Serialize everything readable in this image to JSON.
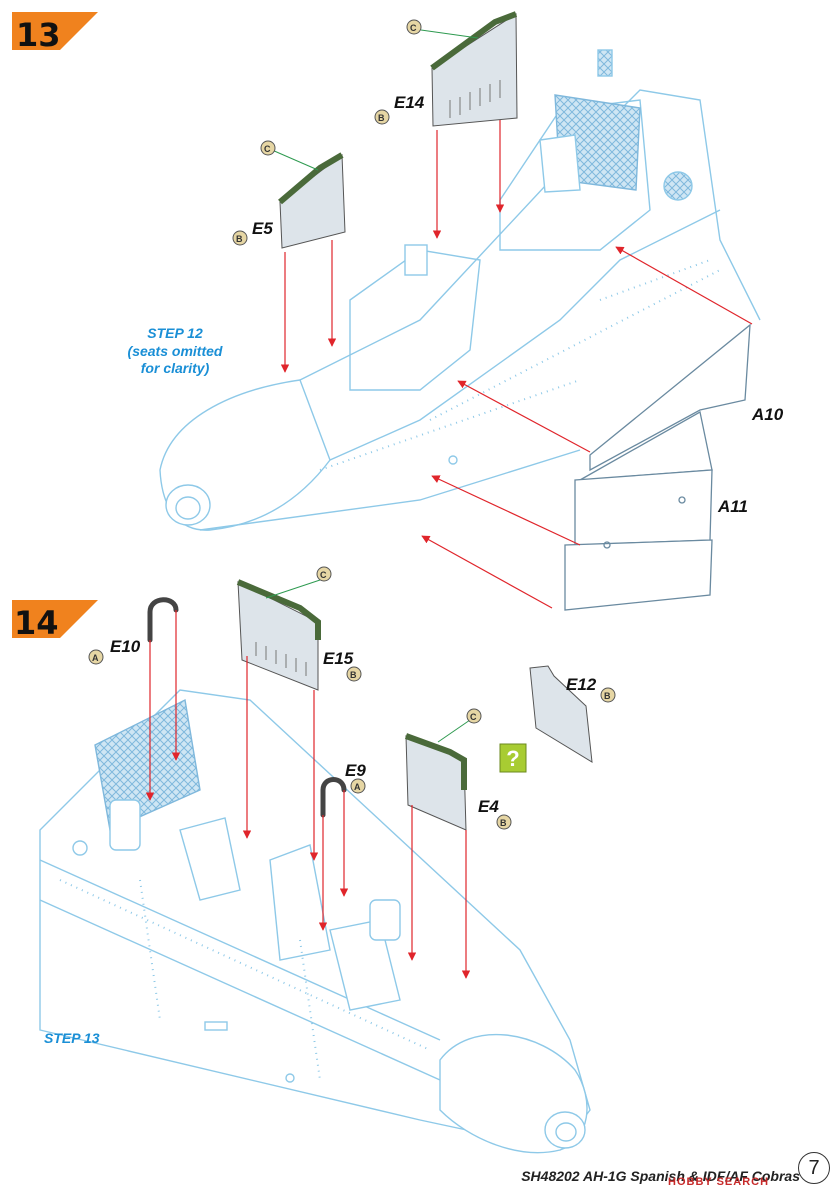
{
  "steps": [
    {
      "number": "13",
      "note_lines": [
        "STEP 12",
        "(seats omitted",
        "for clarity)"
      ]
    },
    {
      "number": "14",
      "note_lines": [
        "STEP 13"
      ]
    }
  ],
  "parts": {
    "E14": "E14",
    "E5": "E5",
    "A10": "A10",
    "A11": "A11",
    "E10": "E10",
    "E15": "E15",
    "E12": "E12",
    "E9": "E9",
    "E4": "E4"
  },
  "color_markers": {
    "A": "A",
    "B": "B",
    "C": "C"
  },
  "question_mark": "?",
  "footer": {
    "text": "SH48202 AH-1G Spanish & IDF/AF Cobras",
    "page": "7",
    "watermark": "HOBBY SEARCH"
  },
  "colors": {
    "step_badge": "#f0821e",
    "line_art": "#8ec9e8",
    "arrows": "#e0252b",
    "part_fill": "#dde4ea",
    "edge_green": "#4a6a3a",
    "marker_fill": "#e6d6a4",
    "question_box": "#a8cc32",
    "note_text": "#1a8fd6"
  }
}
